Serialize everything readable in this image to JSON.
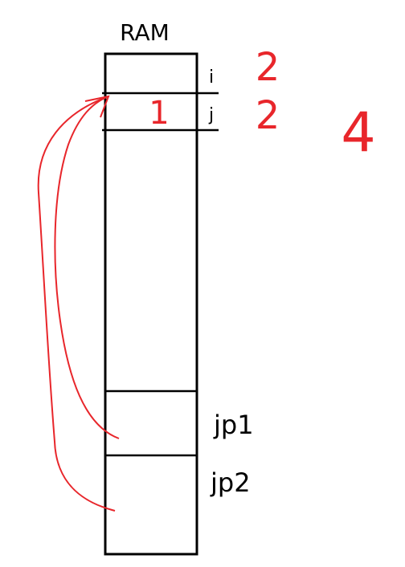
{
  "diagram": {
    "title": "RAM",
    "cells": [
      {
        "id": "cell-i",
        "label": "i",
        "value": "2"
      },
      {
        "id": "cell-j",
        "label": "j",
        "value": "2",
        "inner_value": "1"
      },
      {
        "id": "cell-jp1",
        "label": "jp1"
      },
      {
        "id": "cell-jp2",
        "label": "jp2"
      }
    ],
    "side_note": "4",
    "colors": {
      "outline": "#000000",
      "annotation": "#e8262b"
    }
  }
}
